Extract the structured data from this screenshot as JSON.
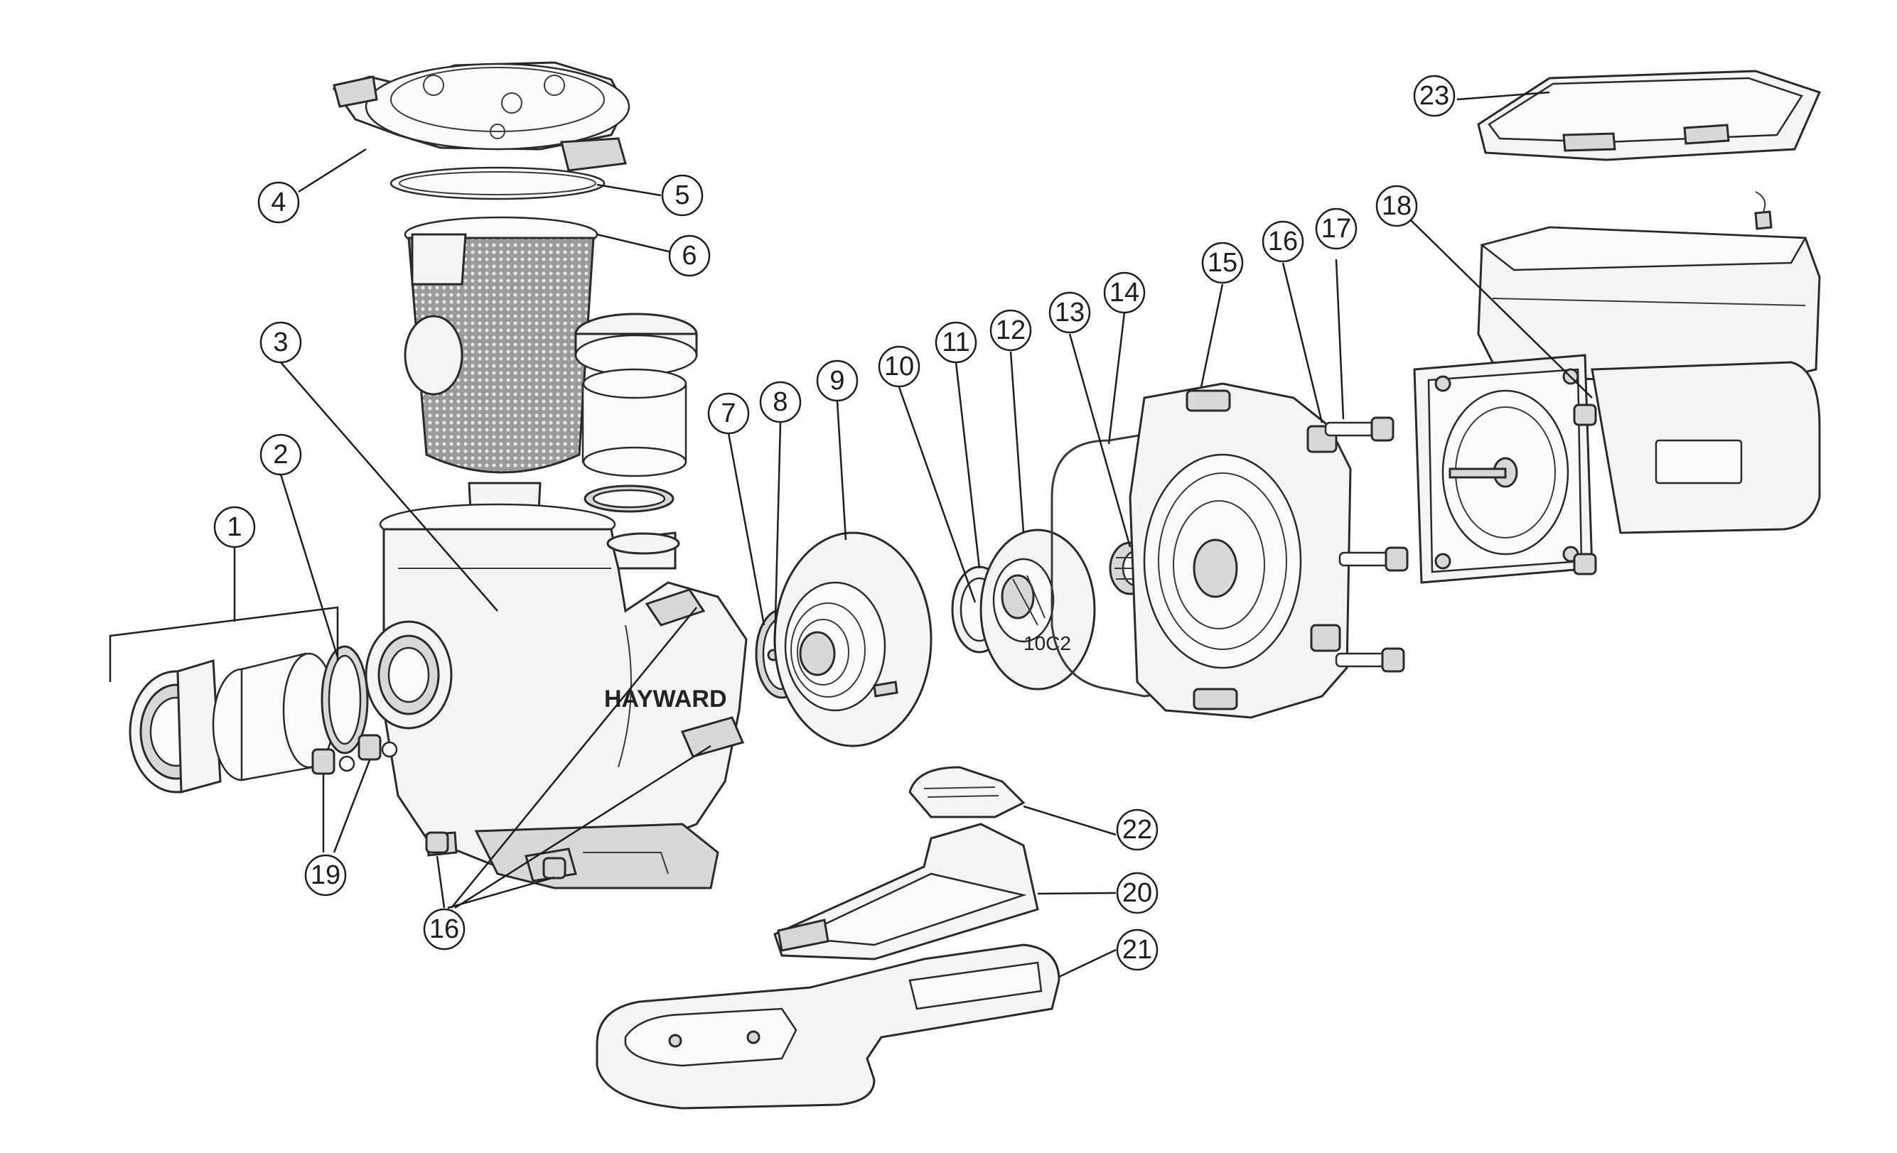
{
  "diagram": {
    "brand_marking": "HAYWARD",
    "impeller_marking": "10C2",
    "callouts": [
      {
        "id": "1",
        "label": "1"
      },
      {
        "id": "2",
        "label": "2"
      },
      {
        "id": "3",
        "label": "3"
      },
      {
        "id": "4",
        "label": "4"
      },
      {
        "id": "5",
        "label": "5"
      },
      {
        "id": "6",
        "label": "6"
      },
      {
        "id": "7",
        "label": "7"
      },
      {
        "id": "8",
        "label": "8"
      },
      {
        "id": "9",
        "label": "9"
      },
      {
        "id": "10",
        "label": "10"
      },
      {
        "id": "11",
        "label": "11"
      },
      {
        "id": "12",
        "label": "12"
      },
      {
        "id": "13",
        "label": "13"
      },
      {
        "id": "14",
        "label": "14"
      },
      {
        "id": "15",
        "label": "15"
      },
      {
        "id": "16a",
        "label": "16"
      },
      {
        "id": "17",
        "label": "17"
      },
      {
        "id": "18",
        "label": "18"
      },
      {
        "id": "19",
        "label": "19"
      },
      {
        "id": "16b",
        "label": "16"
      },
      {
        "id": "20",
        "label": "20"
      },
      {
        "id": "21",
        "label": "21"
      },
      {
        "id": "22",
        "label": "22"
      },
      {
        "id": "23",
        "label": "23"
      }
    ]
  }
}
